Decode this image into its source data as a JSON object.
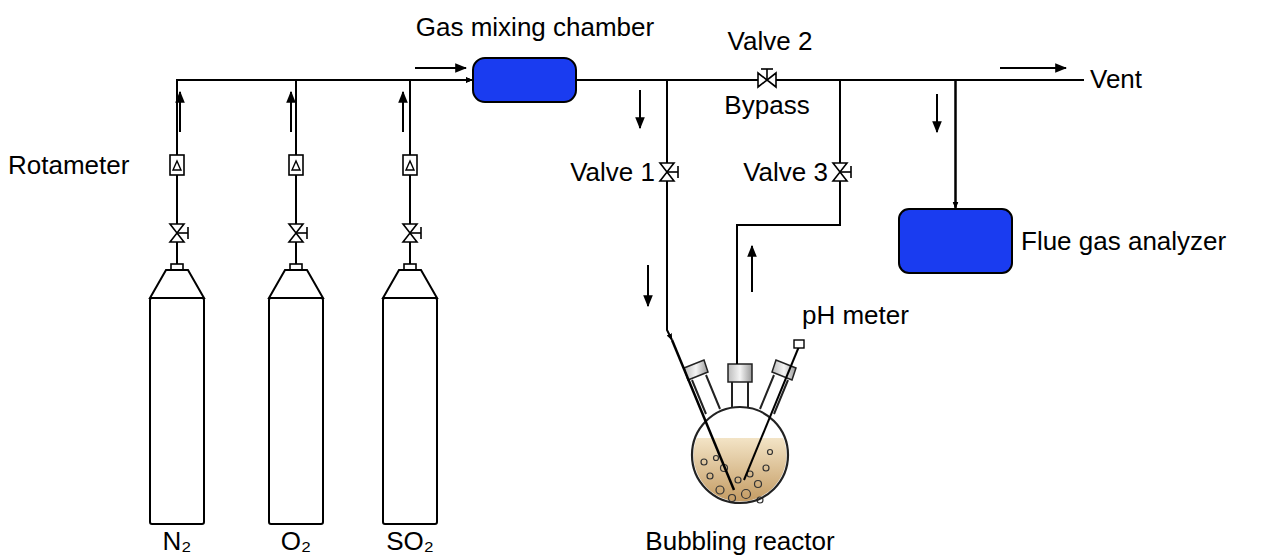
{
  "diagram": {
    "nodes": [
      {
        "text": [
          "Gas mixing chamber"
        ]
      },
      {
        "text": [
          "Flue gas analyzer"
        ]
      },
      {
        "text": [
          "Bubbling reactor"
        ]
      },
      {
        "text": [
          "N₂"
        ]
      },
      {
        "text": [
          "O₂"
        ]
      },
      {
        "text": [
          "SO₂"
        ]
      }
    ],
    "edges": [
      {
        "from": 3,
        "to": 0,
        "arrow": "to"
      },
      {
        "from": 4,
        "to": 0,
        "arrow": "to"
      },
      {
        "from": 5,
        "to": 0,
        "arrow": "to"
      },
      {
        "from": 0,
        "to": 2,
        "arrow": "to"
      },
      {
        "from": 0,
        "to": 1,
        "arrow": "to"
      },
      {
        "from": 2,
        "to": 1,
        "arrow": "to"
      }
    ],
    "labels": [
      "Rotameter",
      "Valve 2",
      "Bypass",
      "Valve 1",
      "Valve 3",
      "pH meter",
      "Vent"
    ]
  }
}
